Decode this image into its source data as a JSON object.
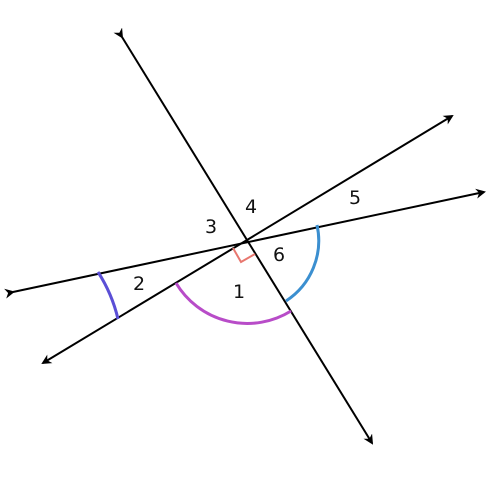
{
  "colors": {
    "line": "#000000",
    "right_angle_marker": "#e8776f",
    "arc_angle_1": "#b84cc8",
    "arc_angle_2": "#5b4fd6",
    "arc_angle_6": "#3b8fd0"
  },
  "labels": {
    "angle_1": "1",
    "angle_2": "2",
    "angle_3": "3",
    "angle_4": "4",
    "angle_5": "5",
    "angle_6": "6"
  }
}
